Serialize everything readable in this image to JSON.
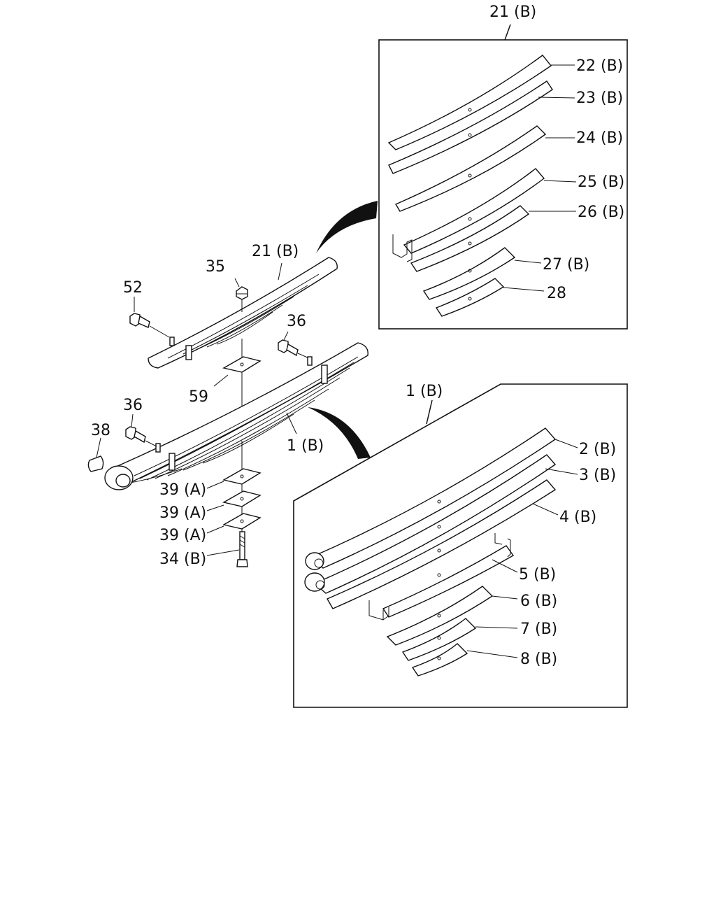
{
  "labels": {
    "assy_21b_top": "21 (B)",
    "p22b": "22 (B)",
    "p23b": "23 (B)",
    "p24b": "24 (B)",
    "p25b": "25 (B)",
    "p26b": "26 (B)",
    "p27b": "27 (B)",
    "p28": "28",
    "assy_21b": "21 (B)",
    "p35": "35",
    "p52": "52",
    "p36_upper": "36",
    "p36_lower": "36",
    "p38": "38",
    "p59": "59",
    "assy_1b": "1 (B)",
    "assy_1b_box": "1 (B)",
    "p39a_1": "39 (A)",
    "p39a_2": "39 (A)",
    "p39a_3": "39 (A)",
    "p34b": "34 (B)",
    "p2b": "2 (B)",
    "p3b": "3 (B)",
    "p4b": "4 (B)",
    "p5b": "5 (B)",
    "p6b": "6 (B)",
    "p7b": "7 (B)",
    "p8b": "8 (B)"
  }
}
